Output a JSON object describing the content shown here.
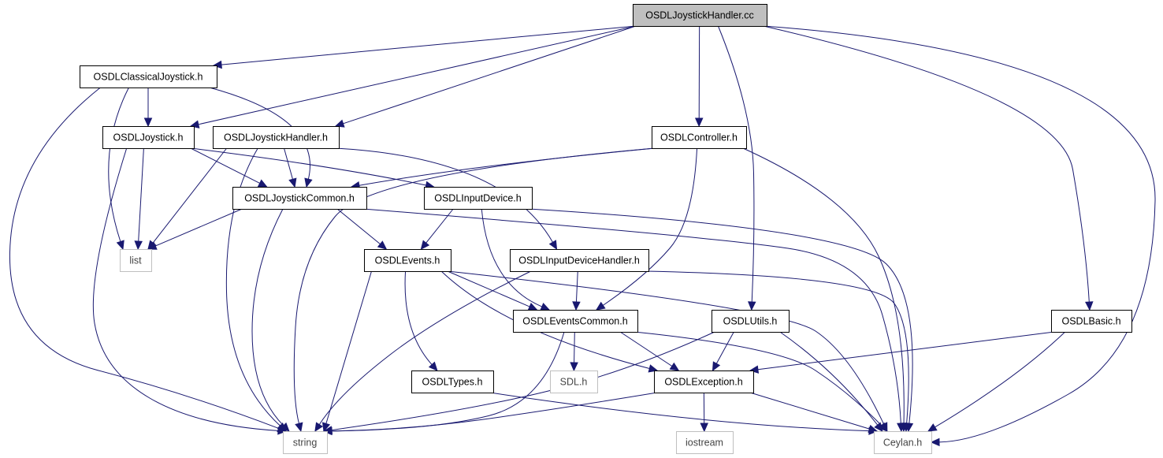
{
  "diagram": {
    "type": "include-dependency-graph",
    "colors": {
      "edge": "#191970",
      "root_fill": "#bfbfbf",
      "node_fill": "#ffffff",
      "node_border": "#000000",
      "external_border": "#bfbfbf"
    },
    "nodes": [
      {
        "id": "root",
        "label": "OSDLJoystickHandler.cc",
        "kind": "root"
      },
      {
        "id": "classical",
        "label": "OSDLClassicalJoystick.h",
        "kind": "file"
      },
      {
        "id": "joystick",
        "label": "OSDLJoystick.h",
        "kind": "file"
      },
      {
        "id": "jhandler",
        "label": "OSDLJoystickHandler.h",
        "kind": "file"
      },
      {
        "id": "controller",
        "label": "OSDLController.h",
        "kind": "file"
      },
      {
        "id": "jcommon",
        "label": "OSDLJoystickCommon.h",
        "kind": "file"
      },
      {
        "id": "inputdev",
        "label": "OSDLInputDevice.h",
        "kind": "file"
      },
      {
        "id": "list",
        "label": "list",
        "kind": "external"
      },
      {
        "id": "events",
        "label": "OSDLEvents.h",
        "kind": "file"
      },
      {
        "id": "idhandler",
        "label": "OSDLInputDeviceHandler.h",
        "kind": "file"
      },
      {
        "id": "evcommon",
        "label": "OSDLEventsCommon.h",
        "kind": "file"
      },
      {
        "id": "utils",
        "label": "OSDLUtils.h",
        "kind": "file"
      },
      {
        "id": "basic",
        "label": "OSDLBasic.h",
        "kind": "file"
      },
      {
        "id": "types",
        "label": "OSDLTypes.h",
        "kind": "file"
      },
      {
        "id": "sdl",
        "label": "SDL.h",
        "kind": "external"
      },
      {
        "id": "exception",
        "label": "OSDLException.h",
        "kind": "file"
      },
      {
        "id": "string",
        "label": "string",
        "kind": "external"
      },
      {
        "id": "iostream",
        "label": "iostream",
        "kind": "external"
      },
      {
        "id": "ceylan",
        "label": "Ceylan.h",
        "kind": "external"
      }
    ],
    "edges": [
      {
        "from": "root",
        "to": "classical"
      },
      {
        "from": "root",
        "to": "joystick"
      },
      {
        "from": "root",
        "to": "jhandler"
      },
      {
        "from": "root",
        "to": "controller"
      },
      {
        "from": "root",
        "to": "utils"
      },
      {
        "from": "root",
        "to": "basic"
      },
      {
        "from": "root",
        "to": "ceylan"
      },
      {
        "from": "classical",
        "to": "joystick"
      },
      {
        "from": "classical",
        "to": "jcommon"
      },
      {
        "from": "classical",
        "to": "list"
      },
      {
        "from": "classical",
        "to": "string"
      },
      {
        "from": "joystick",
        "to": "jcommon"
      },
      {
        "from": "joystick",
        "to": "inputdev"
      },
      {
        "from": "joystick",
        "to": "list"
      },
      {
        "from": "joystick",
        "to": "string"
      },
      {
        "from": "jhandler",
        "to": "jcommon"
      },
      {
        "from": "jhandler",
        "to": "idhandler"
      },
      {
        "from": "jhandler",
        "to": "list"
      },
      {
        "from": "jhandler",
        "to": "string"
      },
      {
        "from": "controller",
        "to": "jcommon"
      },
      {
        "from": "controller",
        "to": "evcommon"
      },
      {
        "from": "controller",
        "to": "string"
      },
      {
        "from": "controller",
        "to": "ceylan"
      },
      {
        "from": "jcommon",
        "to": "list"
      },
      {
        "from": "jcommon",
        "to": "events"
      },
      {
        "from": "jcommon",
        "to": "string"
      },
      {
        "from": "jcommon",
        "to": "ceylan"
      },
      {
        "from": "inputdev",
        "to": "events"
      },
      {
        "from": "inputdev",
        "to": "evcommon"
      },
      {
        "from": "inputdev",
        "to": "ceylan"
      },
      {
        "from": "events",
        "to": "evcommon"
      },
      {
        "from": "events",
        "to": "types"
      },
      {
        "from": "events",
        "to": "exception"
      },
      {
        "from": "events",
        "to": "string"
      },
      {
        "from": "events",
        "to": "ceylan"
      },
      {
        "from": "idhandler",
        "to": "evcommon"
      },
      {
        "from": "idhandler",
        "to": "string"
      },
      {
        "from": "idhandler",
        "to": "ceylan"
      },
      {
        "from": "evcommon",
        "to": "sdl"
      },
      {
        "from": "evcommon",
        "to": "exception"
      },
      {
        "from": "evcommon",
        "to": "string"
      },
      {
        "from": "evcommon",
        "to": "ceylan"
      },
      {
        "from": "utils",
        "to": "exception"
      },
      {
        "from": "utils",
        "to": "string"
      },
      {
        "from": "utils",
        "to": "ceylan"
      },
      {
        "from": "basic",
        "to": "exception"
      },
      {
        "from": "basic",
        "to": "ceylan"
      },
      {
        "from": "types",
        "to": "ceylan"
      },
      {
        "from": "exception",
        "to": "string"
      },
      {
        "from": "exception",
        "to": "iostream"
      },
      {
        "from": "exception",
        "to": "ceylan"
      }
    ]
  }
}
